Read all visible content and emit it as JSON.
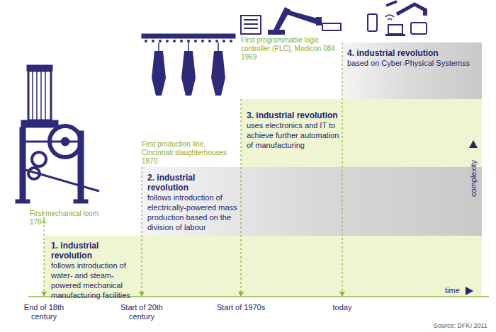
{
  "diagram": {
    "nodes": [
      {
        "text": [
          "1. industrial revolution",
          "follows introduction of water- and steam-powered mechanical manufacturing facilities"
        ]
      },
      {
        "text": [
          "2. industrial revolution",
          "follows introduction of electrically-powered mass production based on the division of labour"
        ]
      },
      {
        "text": [
          "3. industrial revolution",
          "uses electronics and IT to achieve further automation of manufacturing"
        ]
      },
      {
        "text": [
          "4. industrial revolution",
          "based on Cyber-Physical Systemss"
        ]
      }
    ],
    "labels": [
      "First mechanical loom",
      "1784",
      "First production line, Cincinnati slaughterhouses",
      "1870",
      "First programmable logic controller (PLC), Modicon 084",
      "1969",
      "End of 18th century",
      "Start of 20th century",
      "Start of 1970s",
      "today",
      "time",
      "complexity",
      "Source: DFKI 2011"
    ]
  }
}
